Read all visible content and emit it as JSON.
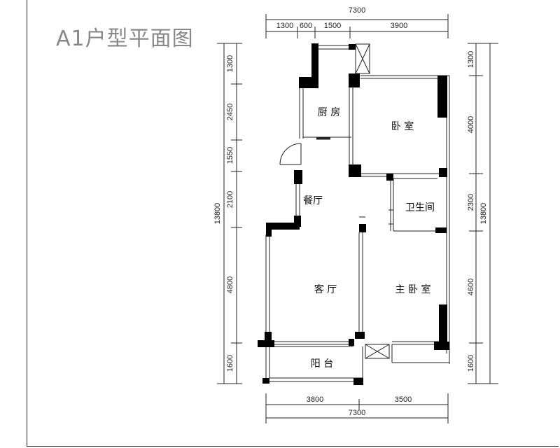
{
  "title": "A1户型平面图",
  "dimensions": {
    "top_total": "7300",
    "top_segments": [
      "1300",
      "600",
      "1500",
      "3900"
    ],
    "bottom_segments": [
      "3800",
      "3500"
    ],
    "bottom_total": "7300",
    "left_segments": [
      "1300",
      "2450",
      "1550",
      "2100",
      "4800",
      "1600"
    ],
    "left_total": "13800",
    "right_segments": [
      "1300",
      "4000",
      "2300",
      "4600",
      "1600"
    ],
    "right_total": "13800"
  },
  "rooms": {
    "kitchen": "厨 房",
    "bedroom": "卧 室",
    "dining": "餐厅",
    "bathroom": "卫生间",
    "living": "客 厅",
    "master_bedroom": "主 卧 室",
    "balcony": "阳 台"
  }
}
